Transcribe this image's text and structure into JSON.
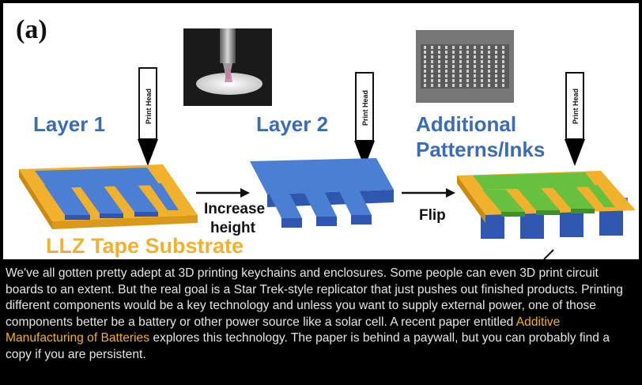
{
  "figure": {
    "panel_label": "(a)",
    "steps": {
      "layer1": "Layer 1",
      "layer2": "Layer 2",
      "additional_line1": "Additional",
      "additional_line2": "Patterns/Inks"
    },
    "print_head_label": "Print Head",
    "arrows": {
      "increase_line1": "Increase",
      "increase_line2": "height",
      "flip": "Flip"
    },
    "substrate_label": "LLZ Tape Substrate",
    "colors": {
      "blue_top": "#4a7fd4",
      "blue_side": "#2e58b0",
      "gold_top": "#f2b12d",
      "gold_side": "#c98a12",
      "green_top": "#67c13f",
      "green_side": "#3f8f2a",
      "label_blue": "#3b6cb4",
      "substrate_text": "#f2b12d"
    }
  },
  "article": {
    "text_before_link": "We've all gotten pretty adept at 3D printing keychains and enclosures. Some people can even 3D print circuit boards to an extent. But the real goal is a Star Trek-style replicator that just pushes out finished products. Printing different components would be a key technology and unless you want to supply external power, one of those components better be a battery or other power source like a solar cell. A recent paper entitled ",
    "link_text": "Additive Manufacturing of Batteries",
    "text_after_link": " explores this technology. The paper is behind a paywall, but you can probably find a copy if you are persistent.",
    "link_color": "#f2b31a"
  }
}
